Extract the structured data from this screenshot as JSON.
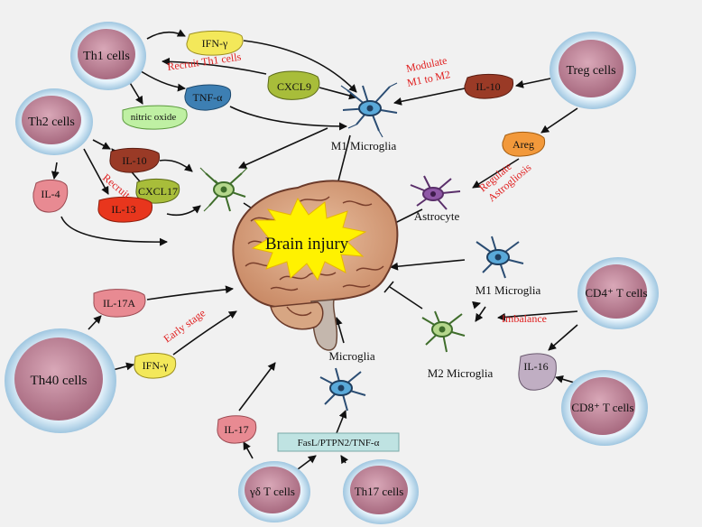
{
  "cells": {
    "th1": "Th1 cells",
    "th2": "Th2 cells",
    "treg": "Treg cells",
    "th40": "Th40 cells",
    "cd4": "CD4⁺ T cells",
    "cd8": "CD8⁺ T cells",
    "gd": "γδ T cells",
    "th17": "Th17 cells"
  },
  "molecules": {
    "ifng_top": "IFN-γ",
    "tnfa": "TNF-α",
    "cxcl9": "CXCL9",
    "nitric_oxide": "nitric oxide",
    "il10_treg": "IL-10",
    "areg": "Areg",
    "il10_th2": "IL-10",
    "cxcl17": "CXCL17",
    "il4": "IL-4",
    "il13": "IL-13",
    "il17a": "IL-17A",
    "ifng_th40": "IFN-γ",
    "il17": "IL-17",
    "il16": "IL-16",
    "fasl_box": "FasL/PTPN2/TNF-α"
  },
  "glia": {
    "m1_top": "M1 Microglia",
    "astrocyte": "Astrocyte",
    "m1_right": "M1 Microglia",
    "m2": "M2 Microglia",
    "microglia_bottom": "Microglia"
  },
  "center": {
    "brain_injury": "Brain injury"
  },
  "annotations": {
    "recruit_th1": "Recruit Th1 cells",
    "modulate_1": "Modulate",
    "modulate_2": "M1 to M2",
    "recruit": "Recruit",
    "regulate_1": "Regulate",
    "regulate_2": "Astrogliosis",
    "early_stage": "Early stage",
    "imbalance": "Imbalance"
  },
  "colors": {
    "background": "#f1f1f1",
    "cell_fill": "#c790a2",
    "cell_halo": "#d7ecf8",
    "annotation_red": "#e02020",
    "ifn_yellow": "#f3e85a",
    "tnf_blue": "#3d7fb3",
    "cxcl_green": "#a8bd3a",
    "il10_brown": "#9a3a26",
    "il13_red": "#e8361d",
    "il4_pink": "#e88a92",
    "areg_orange": "#f2993b",
    "burst_yellow": "#fff200"
  }
}
